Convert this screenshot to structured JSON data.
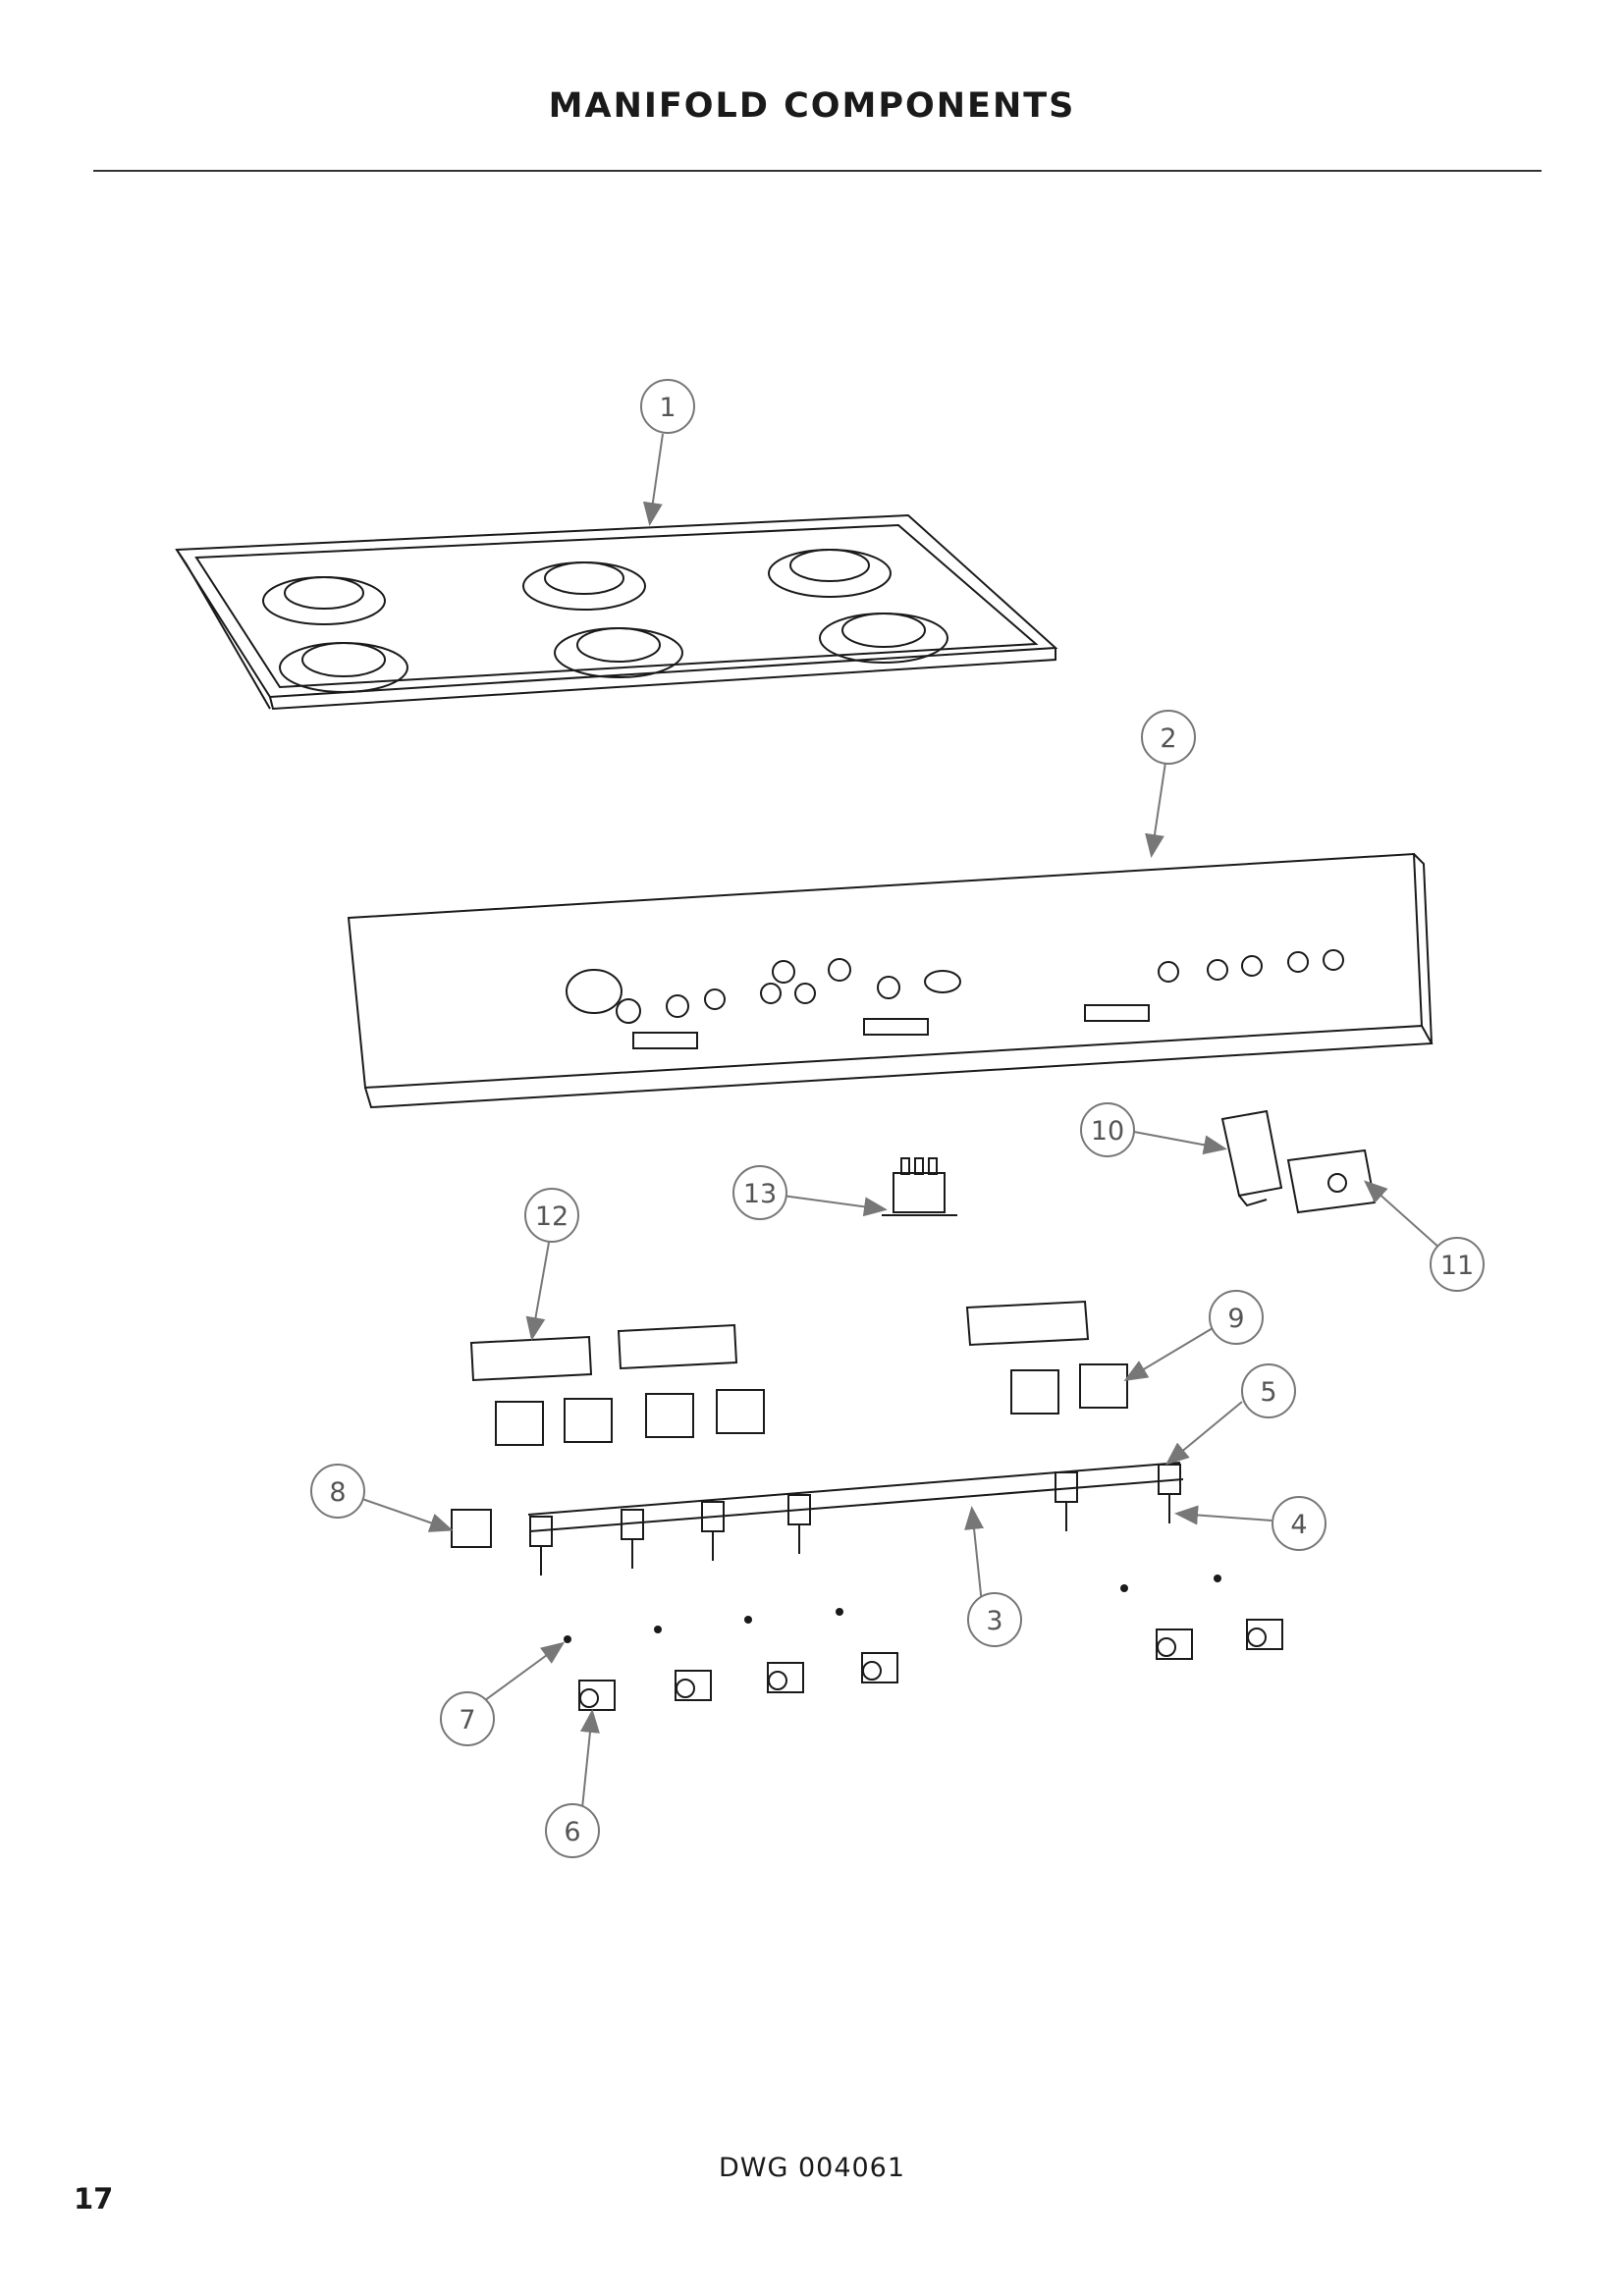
{
  "page": {
    "title": "MANIFOLD COMPONENTS",
    "drawing_number": "DWG 004061",
    "page_number": "17"
  },
  "callouts": [
    "1",
    "2",
    "3",
    "4",
    "5",
    "6",
    "7",
    "8",
    "9",
    "10",
    "11",
    "12",
    "13"
  ],
  "colors": {
    "line": "#1a1a1a",
    "callout": "#777777"
  }
}
